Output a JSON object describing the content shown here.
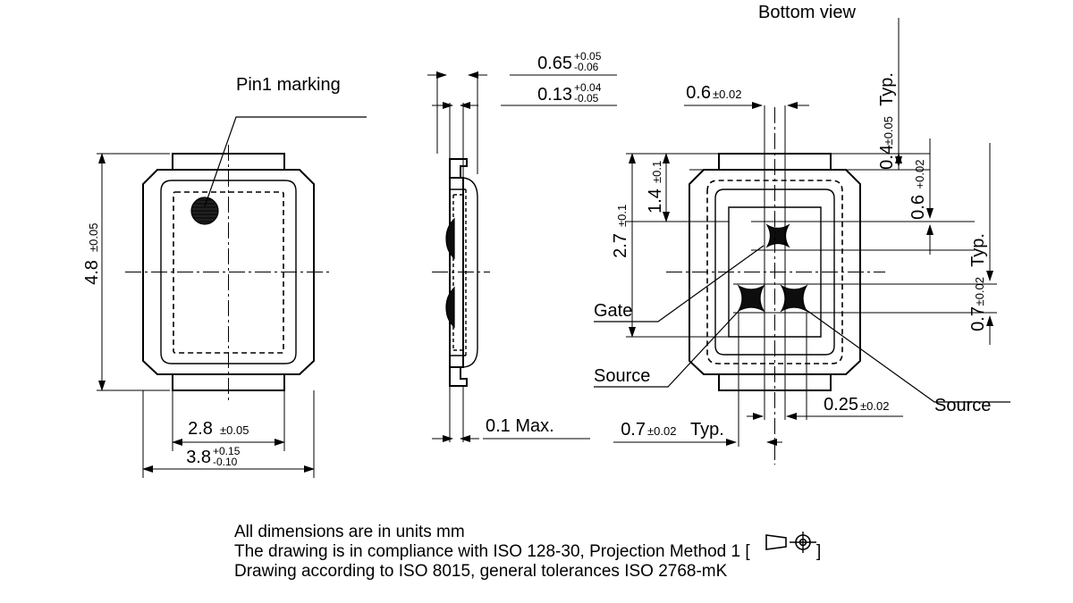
{
  "drawing": {
    "title_bottom_view": "Bottom view",
    "notes": [
      "All dimensions are in units mm",
      "The drawing is in compliance with ISO 128-30, Projection Method 1 [",
      "Drawing according to ISO 8015, general tolerances ISO 2768-mK"
    ],
    "note_bracket_close": "]",
    "projection_symbol_name": "first-angle-projection-symbol"
  },
  "top_view": {
    "callout_pin1": "Pin1 marking",
    "dim_height": {
      "value": "4.8",
      "tol": "±0.05"
    },
    "dim_inner_width": {
      "value": "2.8",
      "tol": "±0.05"
    },
    "dim_outer_width": {
      "value": "3.8",
      "tol_upper": "+0.15",
      "tol_lower": "-0.10"
    }
  },
  "side_view": {
    "dim_total_thickness": {
      "value": "0.65",
      "tol_upper": "+0.05",
      "tol_lower": "-0.06"
    },
    "dim_lead_thickness": {
      "value": "0.13",
      "tol_upper": "+0.04",
      "tol_lower": "-0.05"
    },
    "dim_coplanarity": "0.1 Max."
  },
  "bottom_view": {
    "dim_pad_pitch_x": {
      "value": "0.6",
      "tol": "±0.02"
    },
    "dim_overall_height": {
      "value": "2.7",
      "tol": "±0.1"
    },
    "dim_inner_height": {
      "value": "1.4",
      "tol": "±0.1"
    },
    "dim_edge_typ": {
      "value": "0.4",
      "tol": "±0.05",
      "suffix": "Typ."
    },
    "dim_pad_height": {
      "value": "0.6",
      "tol": "+0.02"
    },
    "dim_pitch_y_typ": {
      "value": "0.7",
      "tol": "±0.02",
      "suffix": "Typ."
    },
    "dim_pitch_x_typ": {
      "value": "0.7",
      "tol": "±0.02",
      "suffix": "Typ."
    },
    "dim_gap": {
      "value": "0.25",
      "tol": "±0.02"
    },
    "label_gate": "Gate",
    "label_source_left": "Source",
    "label_source_right": "Source"
  },
  "colors": {
    "line": "#000000",
    "background": "#ffffff",
    "pad_fill": "#0d0d0d"
  }
}
